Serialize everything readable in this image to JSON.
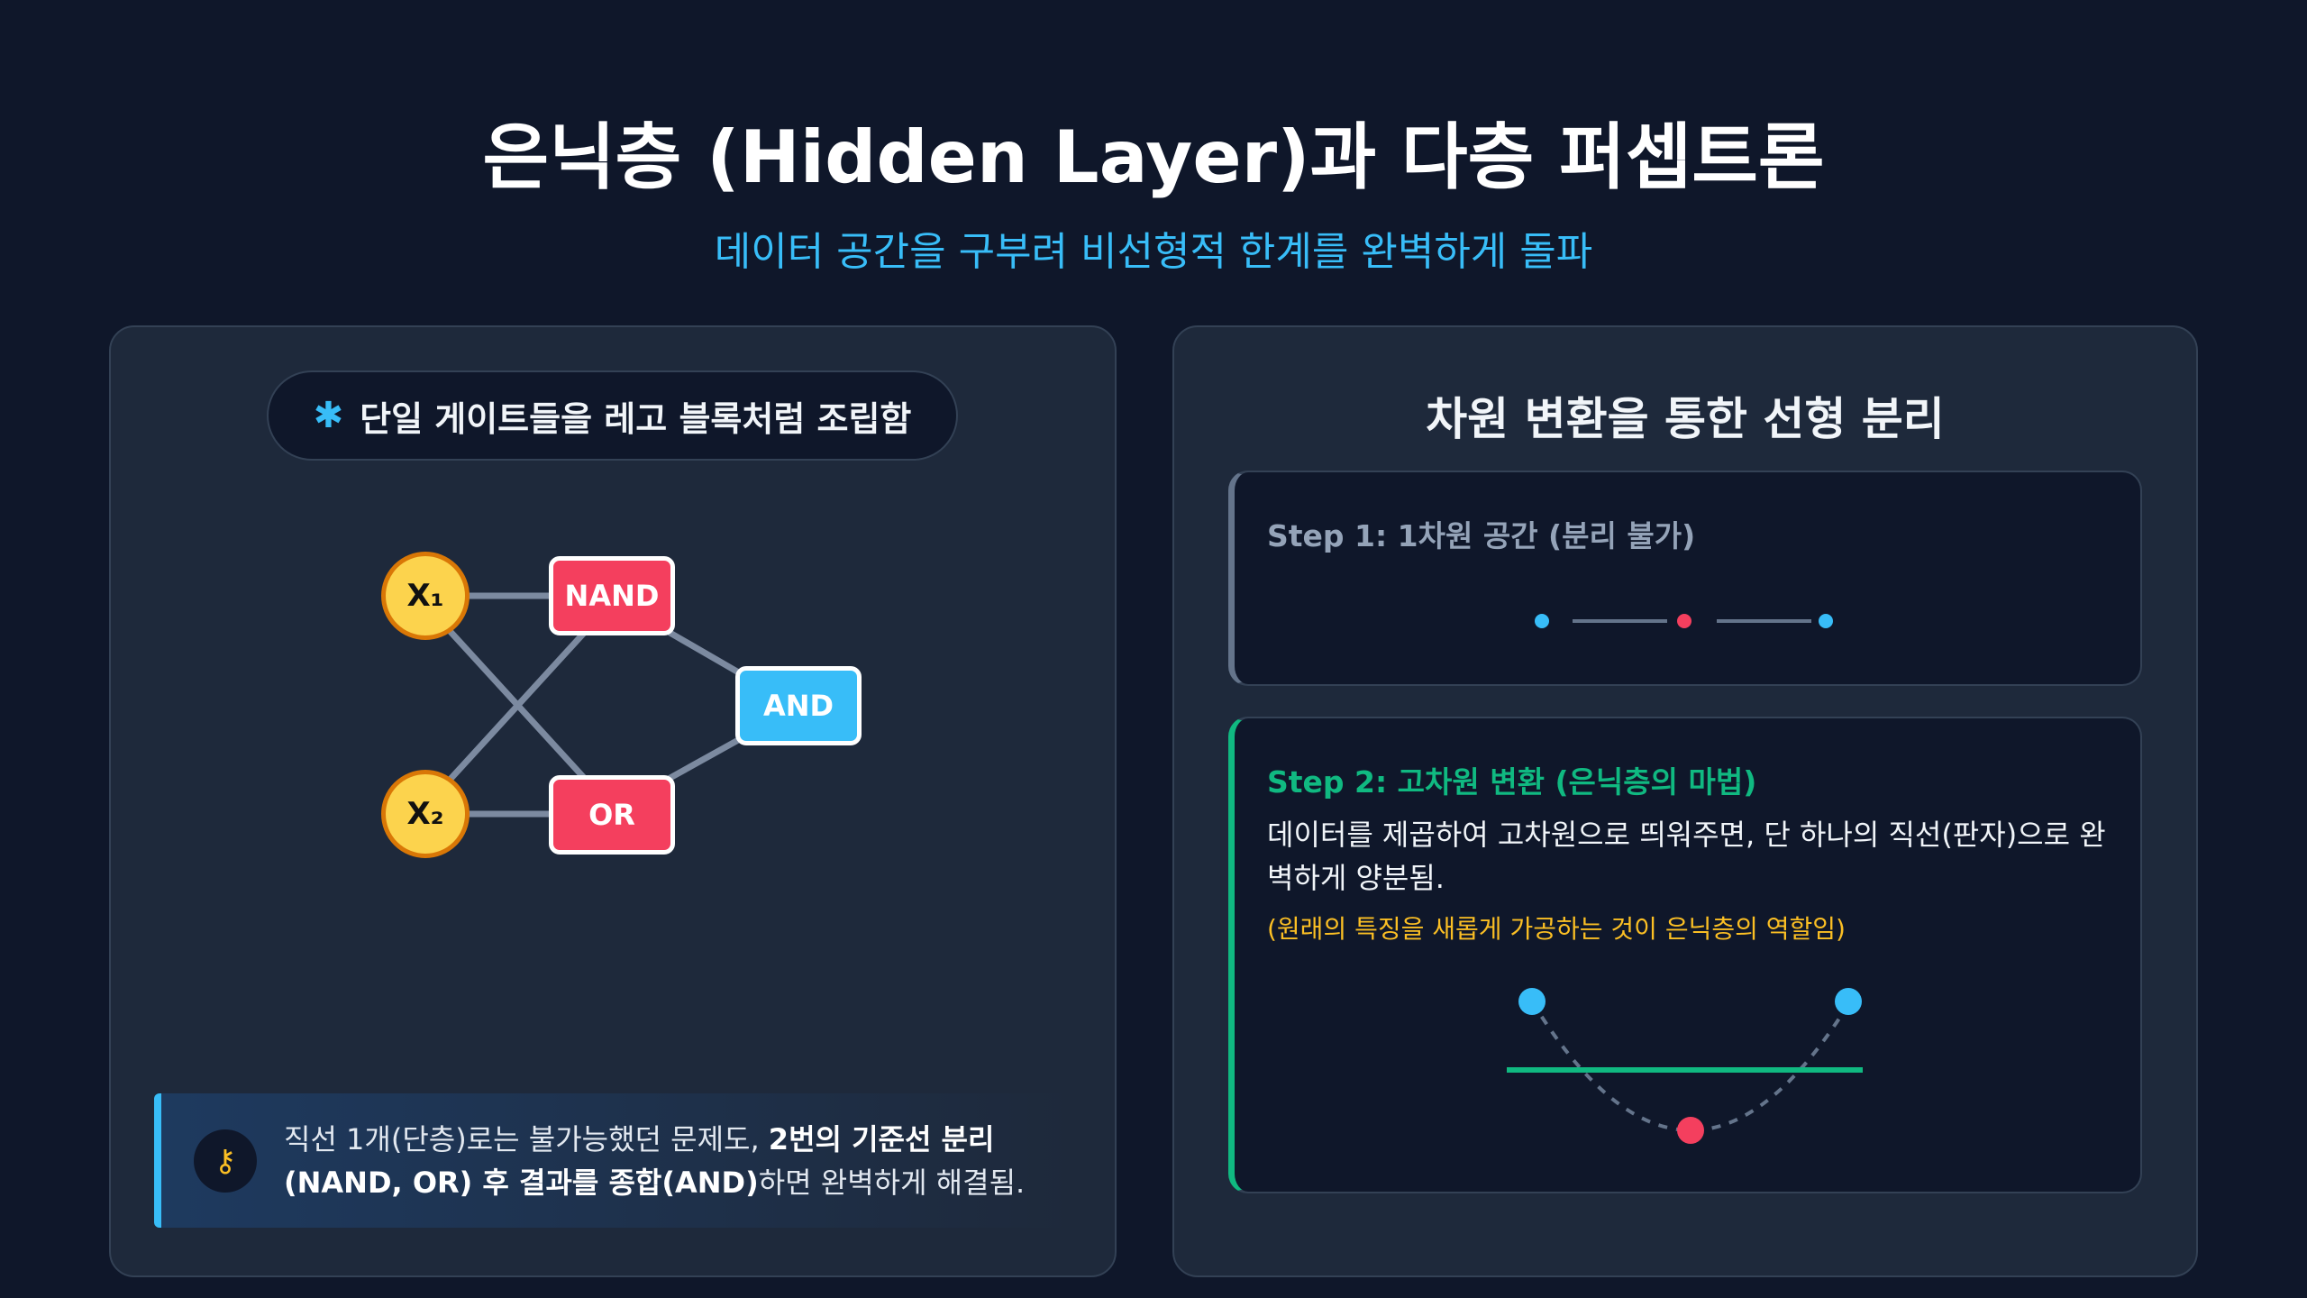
{
  "header": {
    "title": "은닉층 (Hidden Layer)과 다층 퍼셉트론",
    "subtitle": "데이터 공간을 구부려 비선형적 한계를 완벽하게 돌파"
  },
  "left": {
    "pill_icon": "puzzle-icon",
    "pill_label": "단일 게이트들을 레고 블록처럼 조립함",
    "nodes": {
      "x1": "X₁",
      "x2": "X₂",
      "nand": "NAND",
      "or": "OR",
      "and": "AND"
    },
    "note": {
      "icon": "key-icon",
      "text1": "직선 1개(단층)로는 불가능했던 문제도, ",
      "bold1": "2번의 기준선 분리",
      "bold2": "(NAND, OR) 후 결과를 종합(AND)",
      "text2": "하면 완벽하게 해결됨."
    }
  },
  "right": {
    "heading": "차원 변환을 통한 선형 분리",
    "step1": {
      "title": "Step 1: 1차원 공간 (분리 불가)"
    },
    "step2": {
      "title": "Step 2: 고차원 변환 (은닉층의 마법)",
      "body": "데이터를 제곱하여 고차원으로 띄워주면, 단 하나의 직선(판자)으로 완벽하게 양분됨.",
      "note": "(원래의 특징을 새롭게 가공하는 것이 은닉층의 역할임)"
    }
  },
  "colors": {
    "blue": "#38bdf8",
    "red": "#f43f5e",
    "yellow": "#fcd34d",
    "green": "#10b981",
    "orange": "#fbbf24"
  }
}
